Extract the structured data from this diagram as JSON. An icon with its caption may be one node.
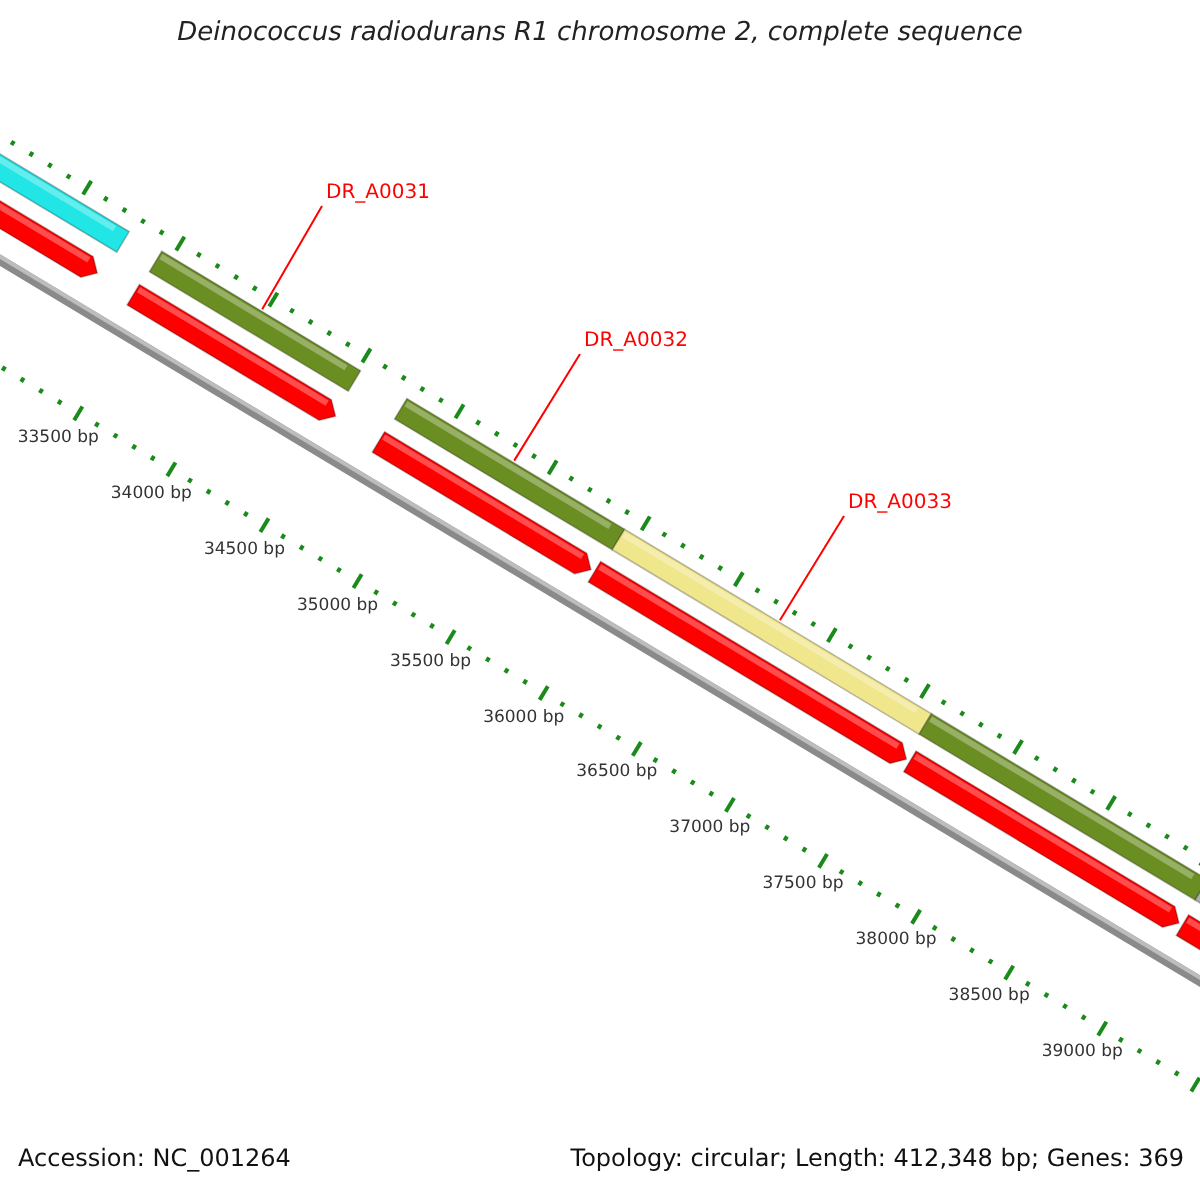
{
  "diagram": {
    "title": "Deinococcus radiodurans R1 chromosome 2, complete sequence",
    "nodes": [
      {
        "text": [
          "DR_A0031"
        ]
      },
      {
        "text": [],
        "shape": "bar"
      },
      {
        "text": [
          "DR_A0032"
        ]
      },
      {
        "text": [],
        "shape": "bar"
      },
      {
        "text": [
          "DR_A0033"
        ]
      },
      {
        "text": [],
        "shape": "bar"
      }
    ],
    "edges": [
      {
        "from": 0,
        "to": 1,
        "arrow": "none"
      },
      {
        "from": 2,
        "to": 3,
        "arrow": "none"
      },
      {
        "from": 4,
        "to": 5,
        "arrow": "none"
      }
    ],
    "labels": [
      "33500 bp",
      "34000 bp",
      "34500 bp",
      "35000 bp",
      "35500 bp",
      "36000 bp",
      "36500 bp",
      "37000 bp",
      "37500 bp",
      "38000 bp",
      "38500 bp",
      "39000 bp",
      "Accession: NC_001264",
      "Topology: circular; Length: 412,348 bp; Genes: 369"
    ]
  }
}
